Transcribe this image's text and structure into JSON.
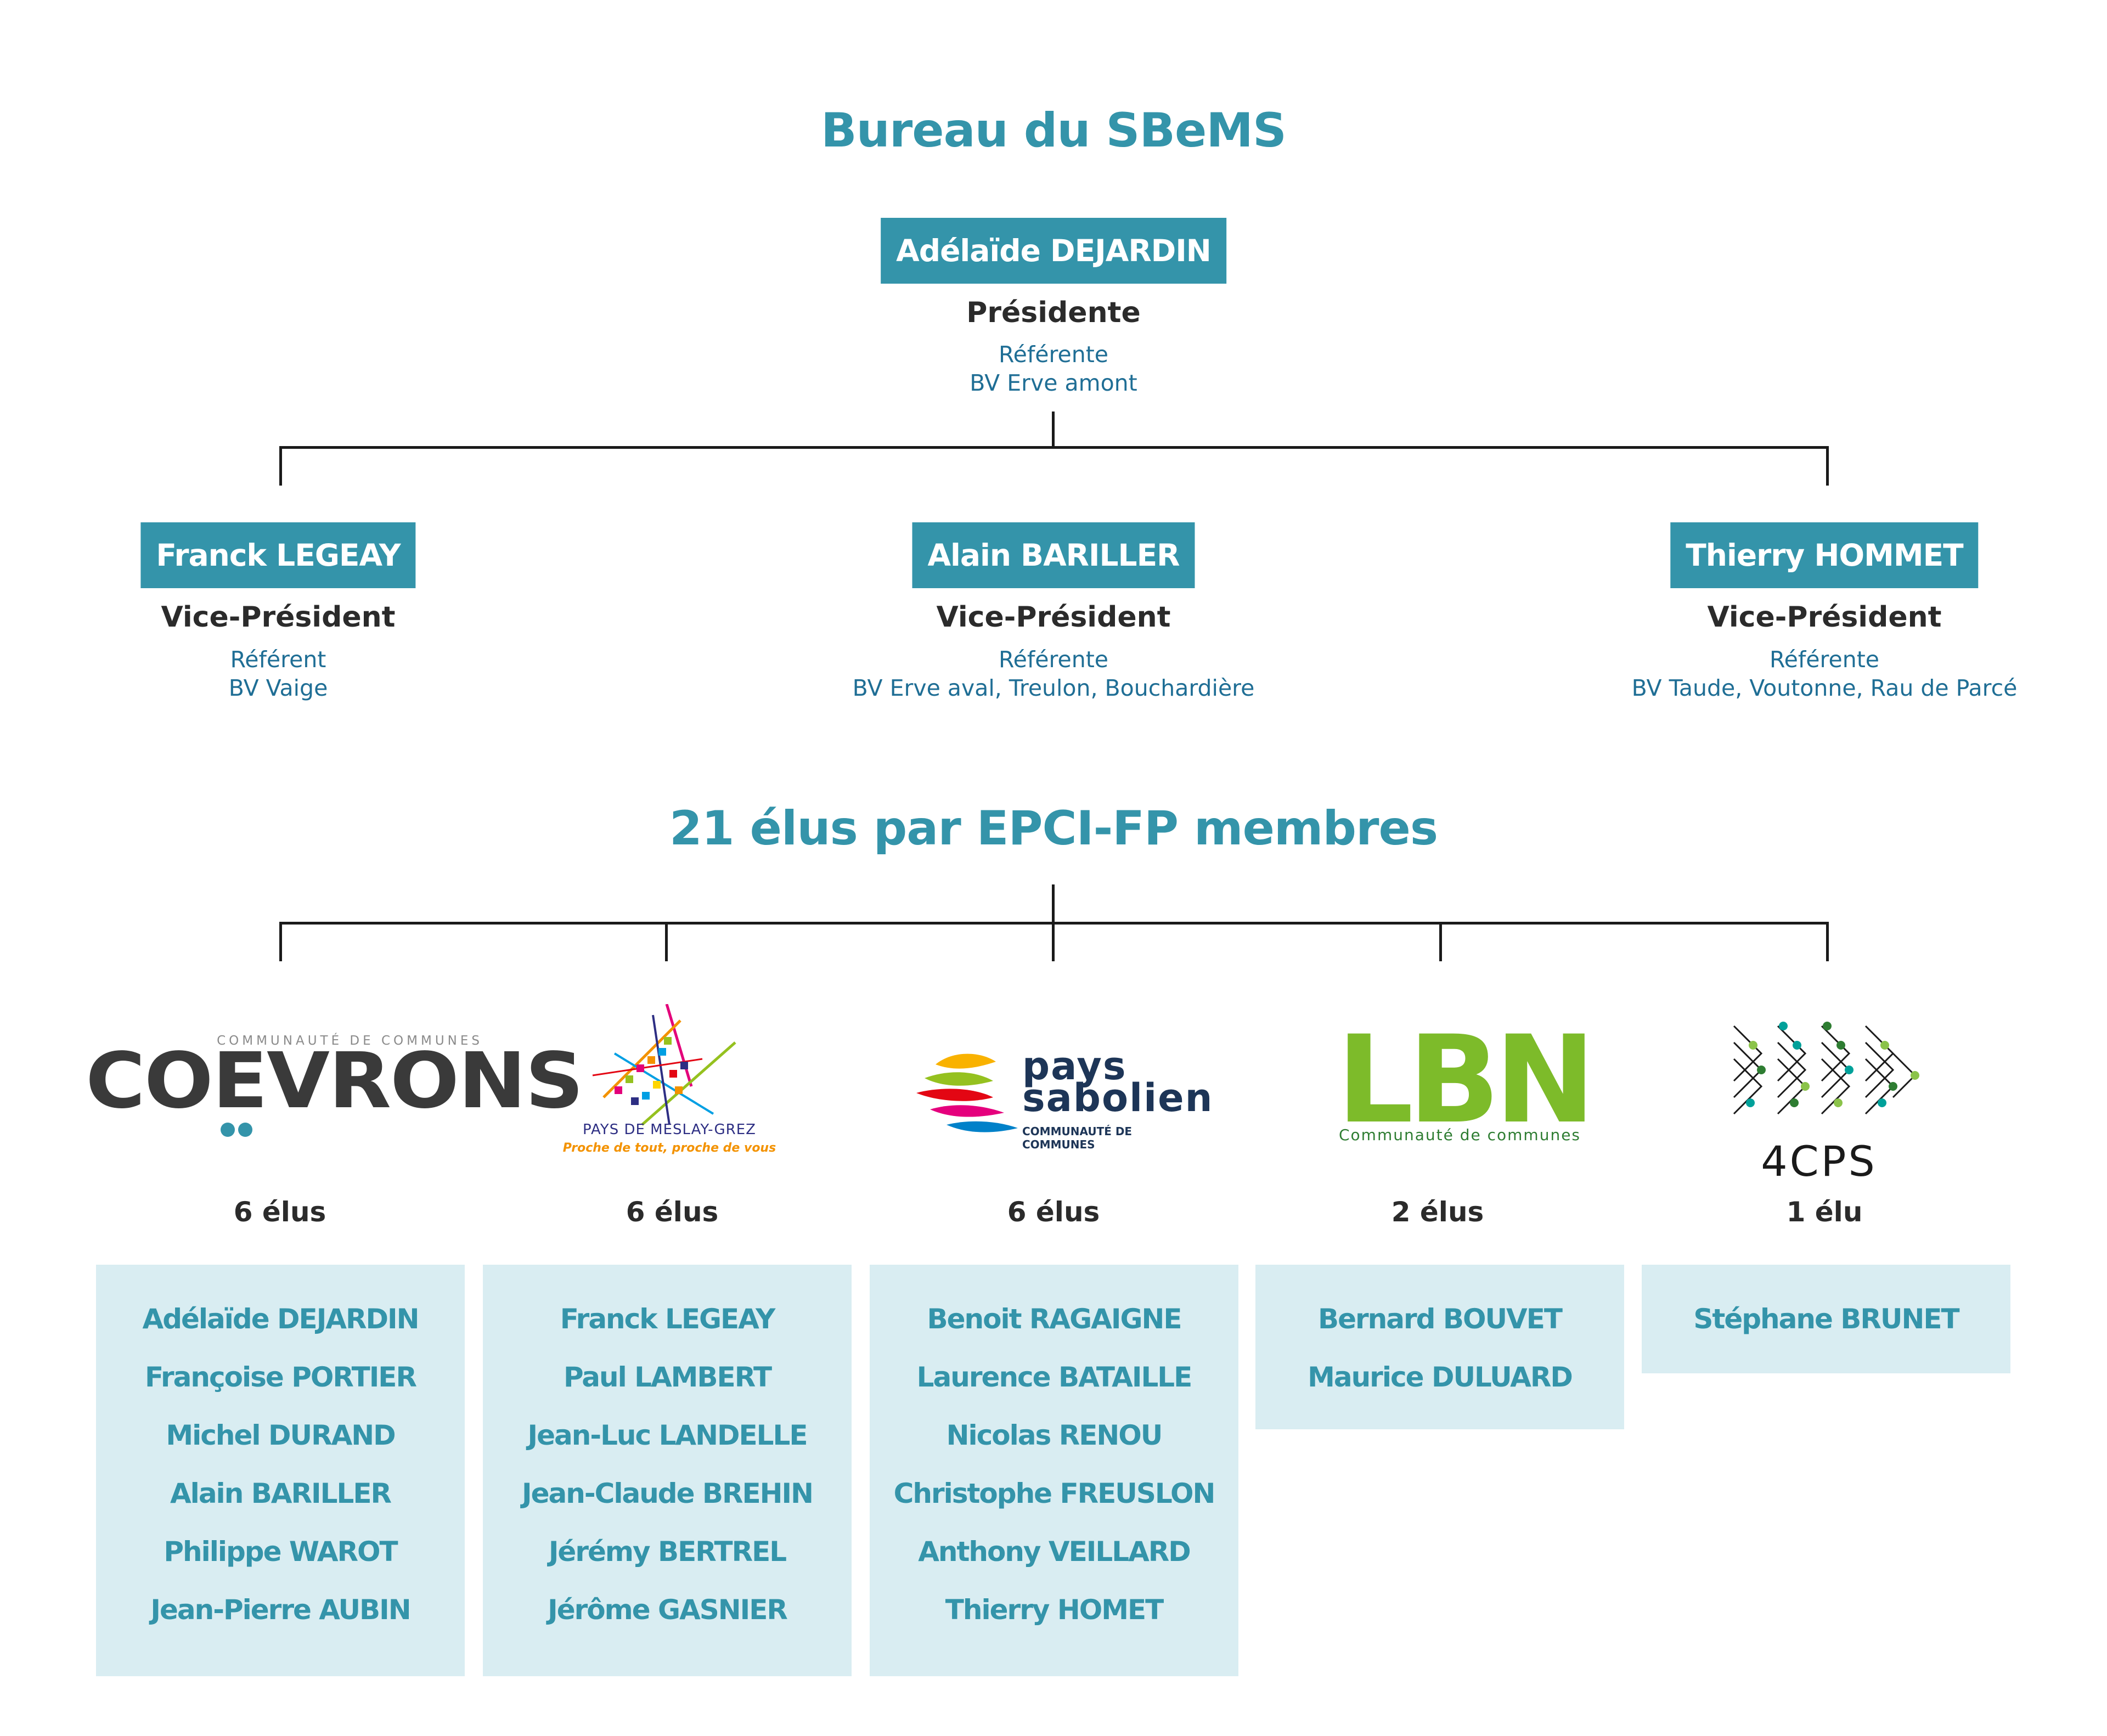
{
  "title": "Bureau du SBeMS",
  "president": {
    "name": "Adélaïde DEJARDIN",
    "role": "Présidente",
    "ref_line1": "Référente",
    "ref_line2": "BV Erve amont"
  },
  "vice_presidents": [
    {
      "name": "Franck LEGEAY",
      "role": "Vice-Président",
      "ref_line1": "Référent",
      "ref_line2": "BV Vaige"
    },
    {
      "name": "Alain BARILLER",
      "role": "Vice-Président",
      "ref_line1": "Référente",
      "ref_line2": "BV Erve aval, Treulon, Bouchardière"
    },
    {
      "name": "Thierry HOMMET",
      "role": "Vice-Président",
      "ref_line1": "Référente",
      "ref_line2": "BV Taude, Voutonne, Rau de Parcé"
    }
  ],
  "members_title": "21 élus par EPCI-FP membres",
  "epci": [
    {
      "logo_icon": "coevrons-logo",
      "logo_text": "COEVRONS",
      "logo_subtext": "COMMUNAUTÉ DE COMMUNES",
      "count": "6 élus",
      "members": [
        "Adélaïde DEJARDIN",
        "Françoise PORTIER",
        "Michel DURAND",
        "Alain BARILLER",
        "Philippe WAROT",
        "Jean-Pierre AUBIN"
      ]
    },
    {
      "logo_icon": "meslay-gree-logo",
      "logo_text": "PAYS DE MESLAY-GREZ",
      "logo_subtext": "Proche de tout, proche de vous",
      "count": "6 élus",
      "members": [
        "Franck LEGEAY",
        "Paul LAMBERT",
        "Jean-Luc LANDELLE",
        "Jean-Claude BREHIN",
        "Jérémy BERTREL",
        "Jérôme GASNIER"
      ]
    },
    {
      "logo_icon": "pays-sabolien-logo",
      "logo_text_line1": "pays",
      "logo_text_line2": "sabolien",
      "logo_subtext": "COMMUNAUTÉ DE COMMUNES",
      "count": "6 élus",
      "members": [
        "Benoit RAGAIGNE",
        "Laurence BATAILLE",
        "Nicolas RENOU",
        "Christophe FREUSLON",
        "Anthony VEILLARD",
        "Thierry HOMET"
      ]
    },
    {
      "logo_icon": "lbn-logo",
      "logo_text": "LBN",
      "logo_subtext": "Communauté de communes",
      "count": "2 élus",
      "members": [
        "Bernard BOUVET",
        "Maurice DULUARD"
      ]
    },
    {
      "logo_icon": "4cps-logo",
      "logo_text": "4CPS",
      "count": "1 élu",
      "members": [
        "Stéphane BRUNET"
      ]
    }
  ],
  "colors": {
    "teal": "#3494aa",
    "light_box": "#d9edf2",
    "ref_blue": "#1f6e95",
    "dark": "#2b2b2b"
  }
}
